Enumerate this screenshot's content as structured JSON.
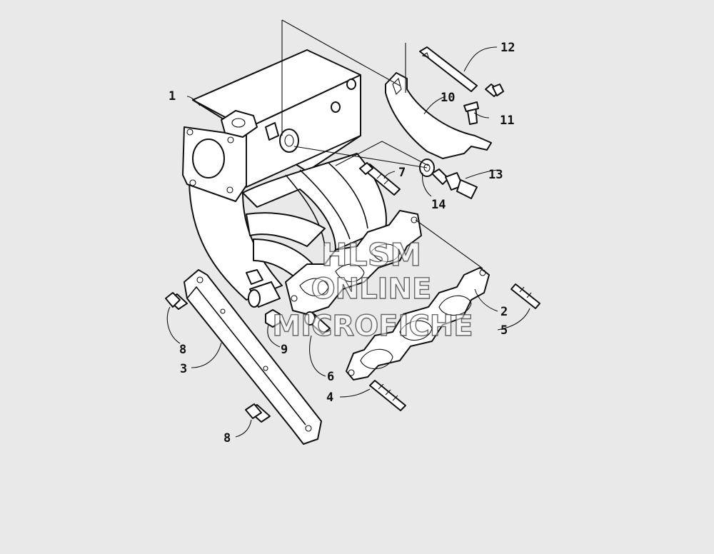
{
  "callouts": [
    {
      "id": "c1",
      "label": "1"
    },
    {
      "id": "c2",
      "label": "2"
    },
    {
      "id": "c3",
      "label": "3"
    },
    {
      "id": "c4",
      "label": "4"
    },
    {
      "id": "c5",
      "label": "5"
    },
    {
      "id": "c6",
      "label": "6"
    },
    {
      "id": "c7",
      "label": "7"
    },
    {
      "id": "c8a",
      "label": "8"
    },
    {
      "id": "c8b",
      "label": "8"
    },
    {
      "id": "c9",
      "label": "9"
    },
    {
      "id": "c10",
      "label": "10"
    },
    {
      "id": "c11",
      "label": "11"
    },
    {
      "id": "c12",
      "label": "12"
    },
    {
      "id": "c13",
      "label": "13"
    },
    {
      "id": "c14",
      "label": "14"
    }
  ],
  "watermark": {
    "line1": "HLSM",
    "line2": "ONLINE",
    "line3": "MICROFICHE"
  }
}
